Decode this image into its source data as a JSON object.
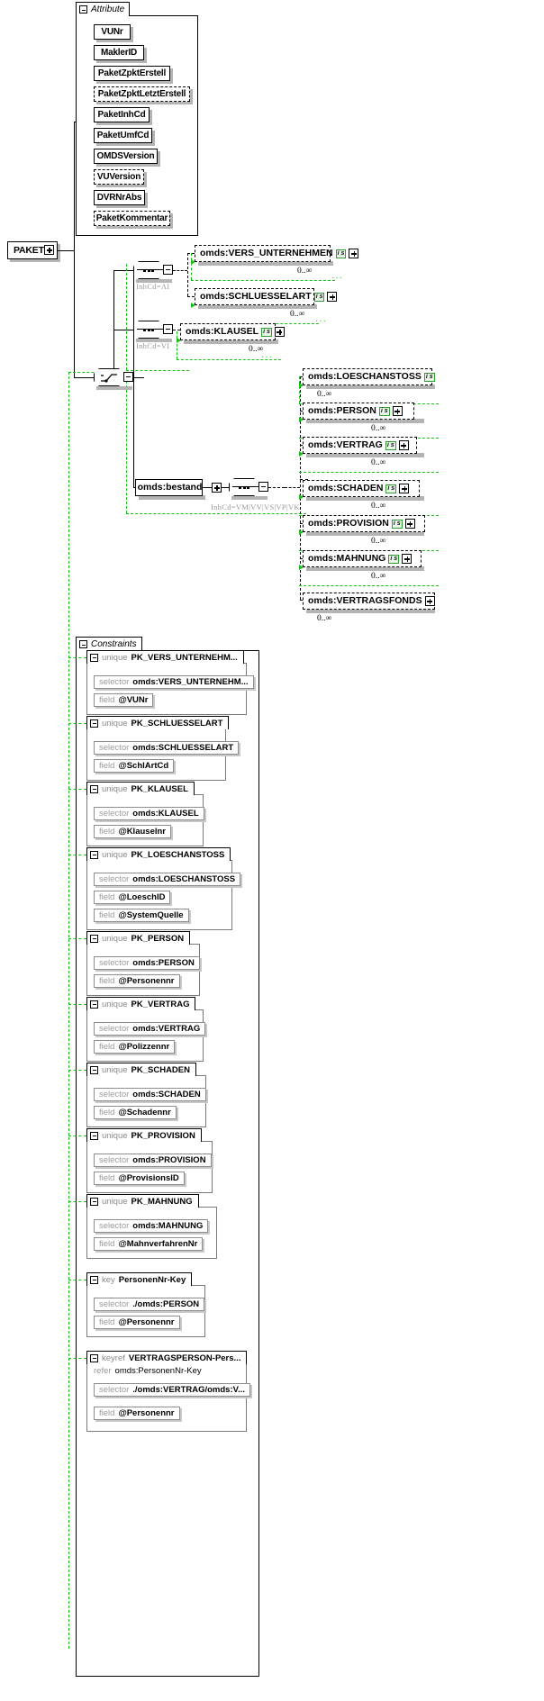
{
  "diagram": {
    "type": "xsd-schema-diagram",
    "root_element": "PAKET"
  },
  "attribute_group": {
    "title": "Attribute",
    "attributes": [
      {
        "name": "VUNr",
        "optional": false
      },
      {
        "name": "MaklerID",
        "optional": false
      },
      {
        "name": "PaketZpktErstell",
        "optional": false
      },
      {
        "name": "PaketZpktLetztErstell",
        "optional": true
      },
      {
        "name": "PaketInhCd",
        "optional": false
      },
      {
        "name": "PaketUmfCd",
        "optional": false
      },
      {
        "name": "OMDSVersion",
        "optional": false
      },
      {
        "name": "VUVersion",
        "optional": true
      },
      {
        "name": "DVRNrAbs",
        "optional": false
      },
      {
        "name": "PaketKommentar",
        "optional": true
      }
    ]
  },
  "content_model": {
    "choice_label": "choice",
    "branches": [
      {
        "compositor": "sequence",
        "inhcd": "InhCd=AI",
        "elements": [
          {
            "name": "omds:VERS_UNTERNEHMEN",
            "badge": "i s",
            "occurrence": "0..∞",
            "expandable": true
          },
          {
            "name": "omds:SCHLUESSELART",
            "badge": "i s",
            "occurrence": "0..∞",
            "expandable": true
          }
        ]
      },
      {
        "compositor": "sequence",
        "inhcd": "InhCd=VI",
        "elements": [
          {
            "name": "omds:KLAUSEL",
            "badge": "i s",
            "occurrence": "0..∞",
            "expandable": true
          }
        ]
      },
      {
        "compositor": "sequence",
        "group": "omds:bestand",
        "inhcd": "InhCd=VM|VV|VS|VP|VK",
        "elements": [
          {
            "name": "omds:LOESCHANSTOSS",
            "badge": "i s",
            "occurrence": "0..∞",
            "expandable": true
          },
          {
            "name": "omds:PERSON",
            "badge": "i s",
            "occurrence": "0..∞",
            "expandable": true
          },
          {
            "name": "omds:VERTRAG",
            "badge": "i s",
            "occurrence": "0..∞",
            "expandable": true
          },
          {
            "name": "omds:SCHADEN",
            "badge": "i s",
            "occurrence": "0..∞",
            "expandable": true
          },
          {
            "name": "omds:PROVISION",
            "badge": "i s",
            "occurrence": "0..∞",
            "expandable": true
          },
          {
            "name": "omds:MAHNUNG",
            "badge": "i s",
            "occurrence": "0..∞",
            "expandable": true
          },
          {
            "name": "omds:VERTRAGSFONDS",
            "badge": "",
            "occurrence": "0..∞",
            "expandable": true
          }
        ]
      }
    ]
  },
  "constraints": {
    "title": "Constraints",
    "labels": {
      "selector": "selector",
      "field": "field",
      "refer": "refer"
    },
    "items": [
      {
        "kind": "unique",
        "name": "PK_VERS_UNTERNEHM...",
        "selector": "omds:VERS_UNTERNEHM...",
        "fields": [
          "@VUNr"
        ]
      },
      {
        "kind": "unique",
        "name": "PK_SCHLUESSELART",
        "selector": "omds:SCHLUESSELART",
        "fields": [
          "@SchlArtCd"
        ]
      },
      {
        "kind": "unique",
        "name": "PK_KLAUSEL",
        "selector": "omds:KLAUSEL",
        "fields": [
          "@Klauselnr"
        ]
      },
      {
        "kind": "unique",
        "name": "PK_LOESCHANSTOSS",
        "selector": "omds:LOESCHANSTOSS",
        "fields": [
          "@LoeschID",
          "@SystemQuelle"
        ]
      },
      {
        "kind": "unique",
        "name": "PK_PERSON",
        "selector": "omds:PERSON",
        "fields": [
          "@Personennr"
        ]
      },
      {
        "kind": "unique",
        "name": "PK_VERTRAG",
        "selector": "omds:VERTRAG",
        "fields": [
          "@Polizzennr"
        ]
      },
      {
        "kind": "unique",
        "name": "PK_SCHADEN",
        "selector": "omds:SCHADEN",
        "fields": [
          "@Schadennr"
        ]
      },
      {
        "kind": "unique",
        "name": "PK_PROVISION",
        "selector": "omds:PROVISION",
        "fields": [
          "@ProvisionsID"
        ]
      },
      {
        "kind": "unique",
        "name": "PK_MAHNUNG",
        "selector": "omds:MAHNUNG",
        "fields": [
          "@MahnverfahrenNr"
        ]
      },
      {
        "kind": "key",
        "name": "PersonenNr-Key",
        "selector": "./omds:PERSON",
        "fields": [
          "@Personennr"
        ]
      },
      {
        "kind": "keyref",
        "name": "VERTRAGSPERSON-Pers...",
        "refer": "omds:PersonenNr-Key",
        "selector": "./omds:VERTRAG/omds:V...",
        "fields": [
          "@Personennr"
        ]
      }
    ]
  },
  "colors": {
    "green_accent": "#19bf19",
    "badge_border": "#2ca02c",
    "shadow": "#b4b4b4",
    "muted_text": "#9a9a9a"
  }
}
